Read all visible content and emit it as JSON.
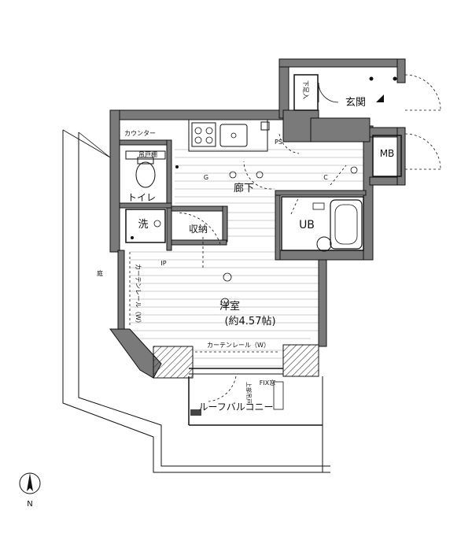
{
  "rooms": {
    "western_room_label": "洋室",
    "western_room_size": "(約4.57帖)",
    "corridor": "廊下",
    "entrance": "玄関",
    "storage": "収納",
    "unit_bath": "UB",
    "toilet": "トイレ",
    "washer": "洗",
    "meter_box": "MB",
    "roof_balcony": "ルーフバルコニー",
    "garden": "庭"
  },
  "labels": {
    "counter": "カウンター",
    "storage_shelf": "吊戸棚",
    "curtain_rail_vertical": "カーテンレール（W）",
    "curtain_rail_horizontal": "カーテンレール（W）",
    "shoe_box": "下足入",
    "fix_window": "FIX窓",
    "upper_storage": "上部吊戸",
    "ip": "IP",
    "compass_n": "N",
    "g_mark": "G",
    "c_mark": "C",
    "ps": "PS"
  }
}
